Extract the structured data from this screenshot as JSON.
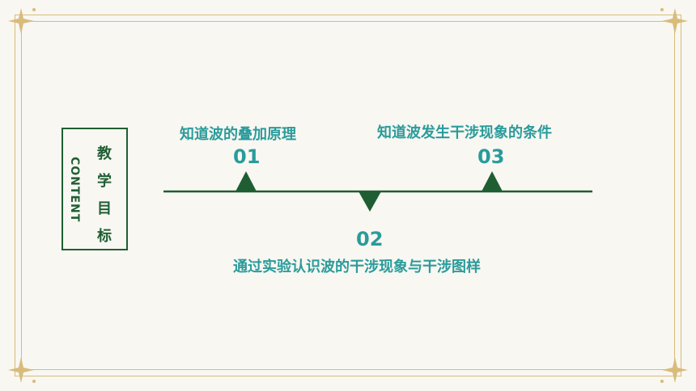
{
  "side_panel": {
    "vertical_label": "CONTENT",
    "goal_chars": [
      "教",
      "学",
      "目",
      "标"
    ]
  },
  "items": [
    {
      "number": "01",
      "title": "知道波的叠加原理"
    },
    {
      "number": "02",
      "title": "通过实验认识波的干涉现象与干涉图样"
    },
    {
      "number": "03",
      "title": "知道波发生干涉现象的条件"
    }
  ],
  "colors": {
    "frame_gold": "#d9bc7a",
    "dark_green": "#1f5e33",
    "teal_text": "#2a9b9b",
    "background": "#f8f7f2"
  }
}
